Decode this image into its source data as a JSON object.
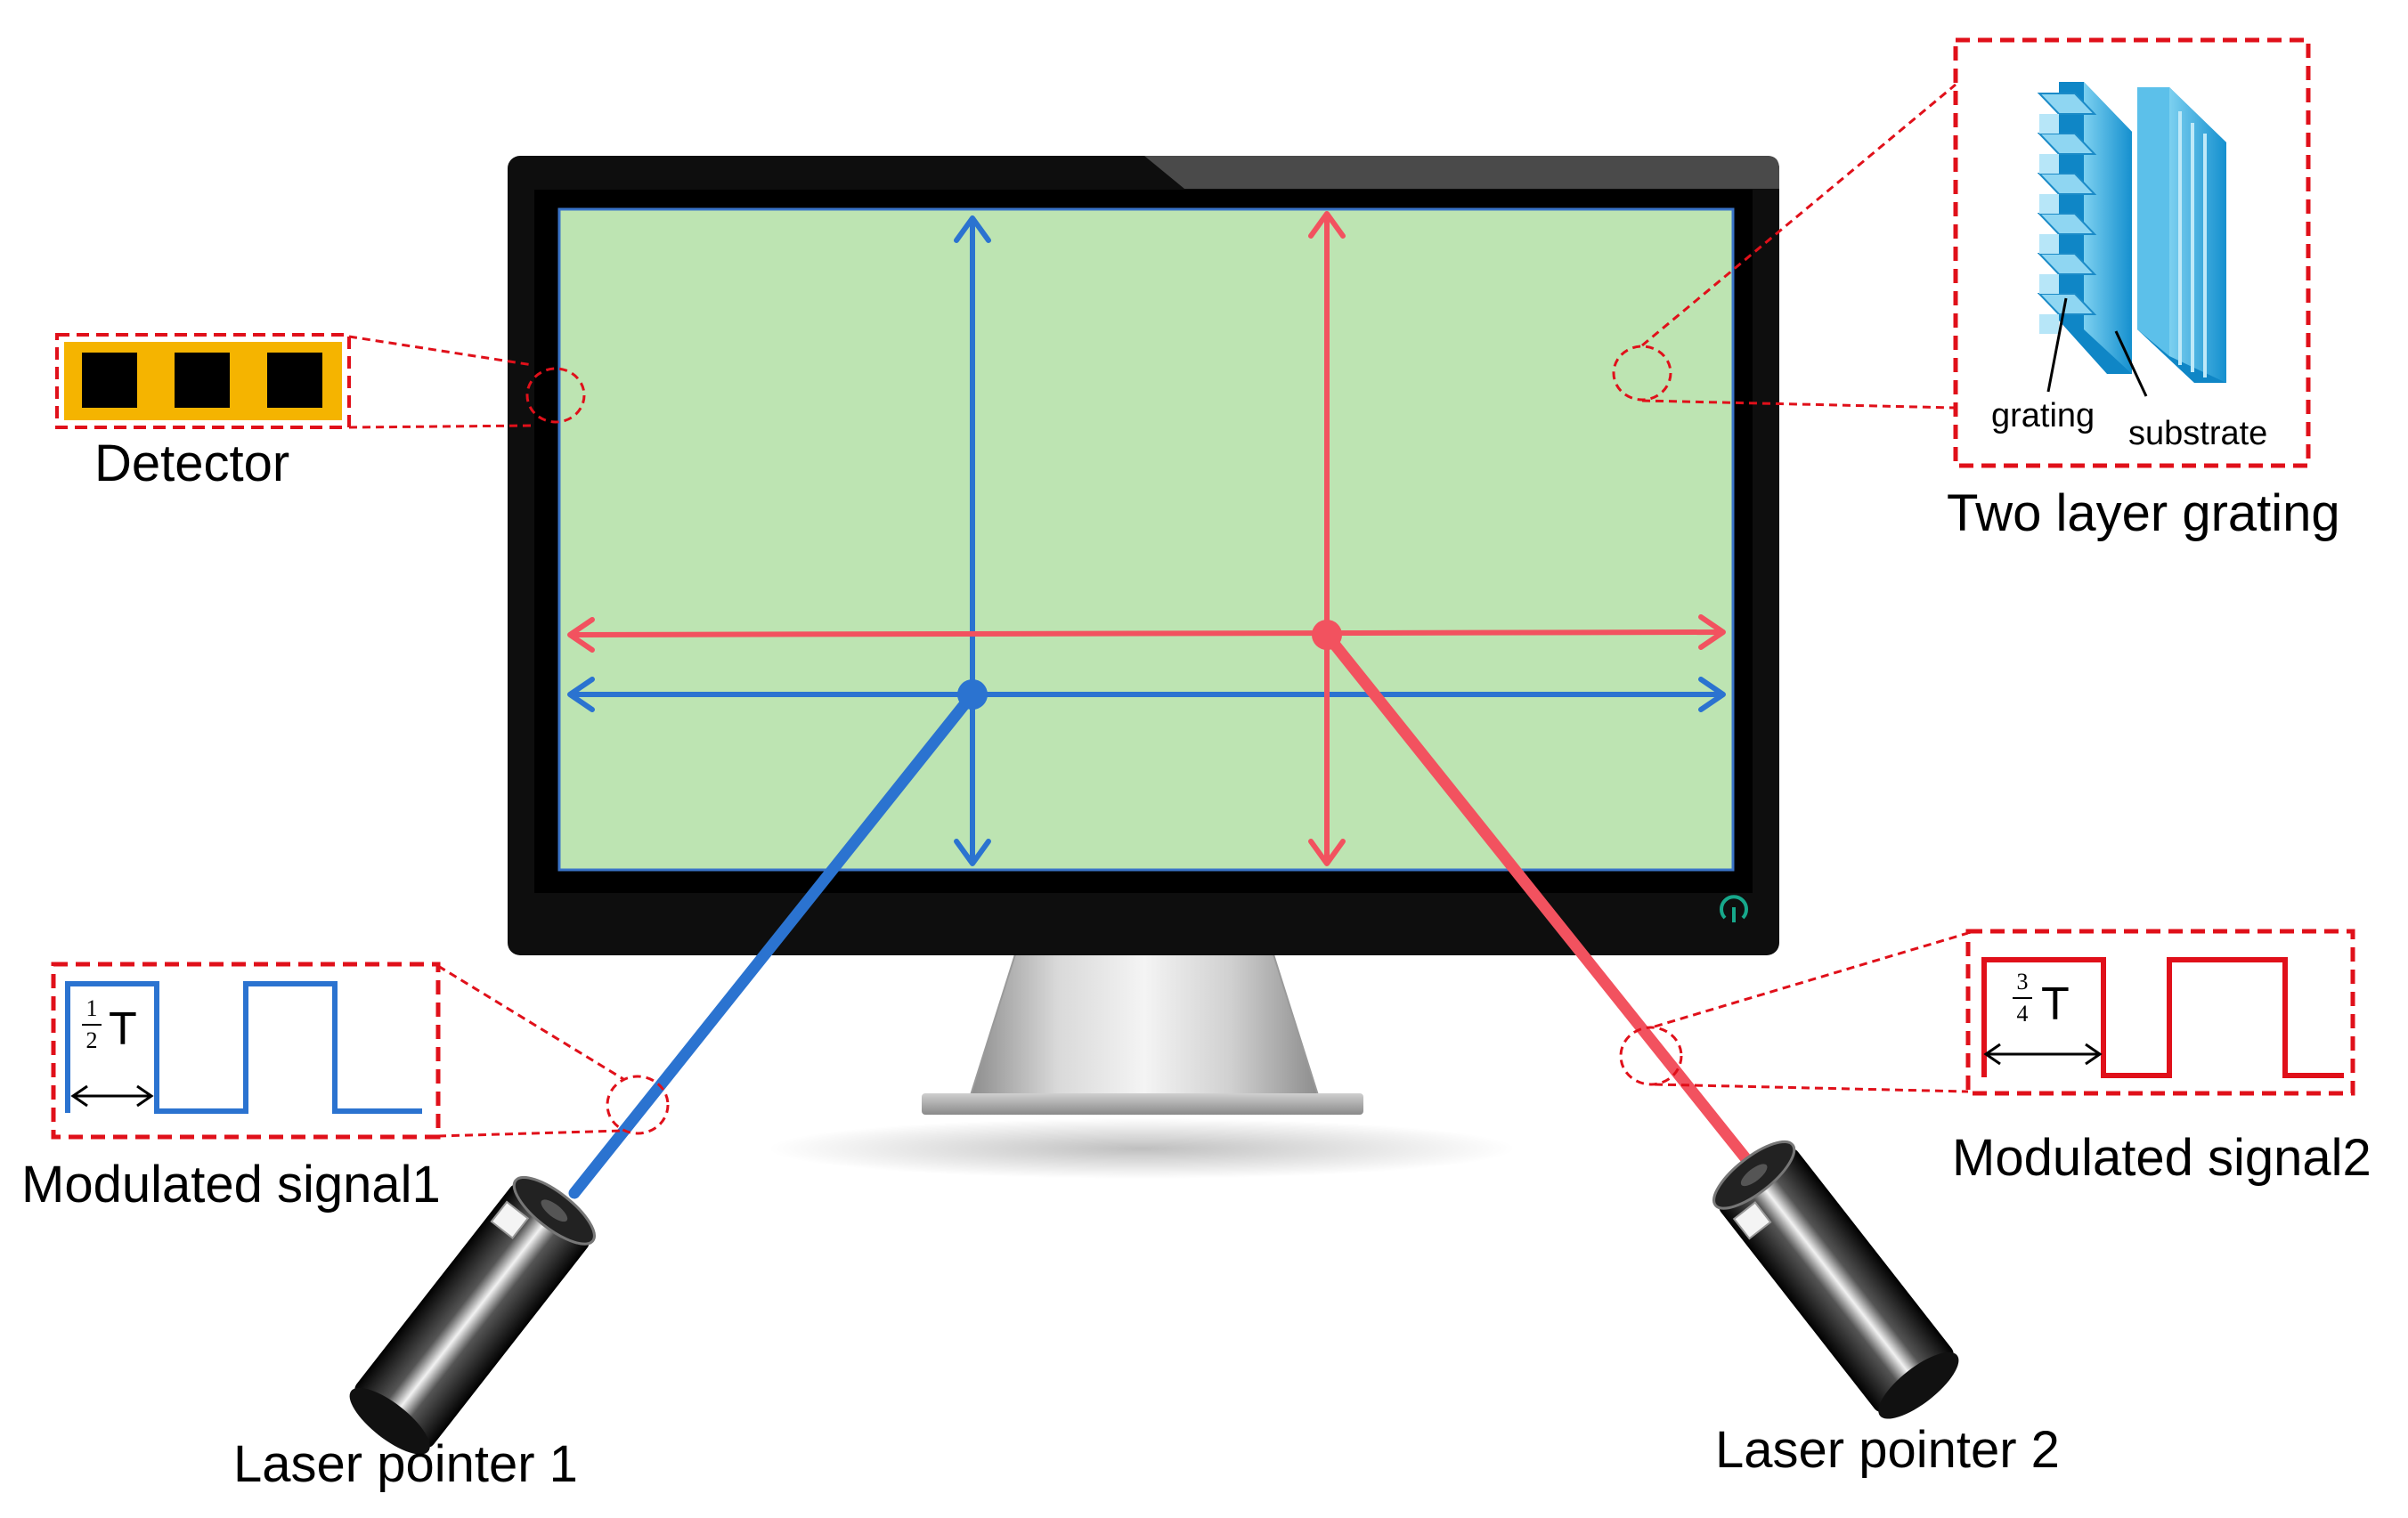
{
  "labels": {
    "detector": "Detector",
    "two_layer_grating": "Two layer grating",
    "grating": "grating",
    "substrate": "substrate",
    "modulated_signal1": "Modulated signal1",
    "modulated_signal2": "Modulated signal2",
    "laser_pointer_1": "Laser pointer 1",
    "laser_pointer_2": "Laser pointer 2"
  },
  "signal1": {
    "frac_num": "1",
    "frac_den": "2",
    "period_symbol": "T"
  },
  "signal2": {
    "frac_num": "3",
    "frac_den": "4",
    "period_symbol": "T"
  },
  "colors": {
    "beam1": "#2b73d0",
    "beam2": "#f2525f",
    "screen": "#bde4b2",
    "callout": "#e0101a",
    "detector_body": "#f5b400",
    "grating": "#1a9bd8",
    "power_icon": "#17a88b"
  },
  "icons": [
    "power-icon",
    "laser-pointer-icon",
    "detector-icon",
    "grating-icon"
  ]
}
